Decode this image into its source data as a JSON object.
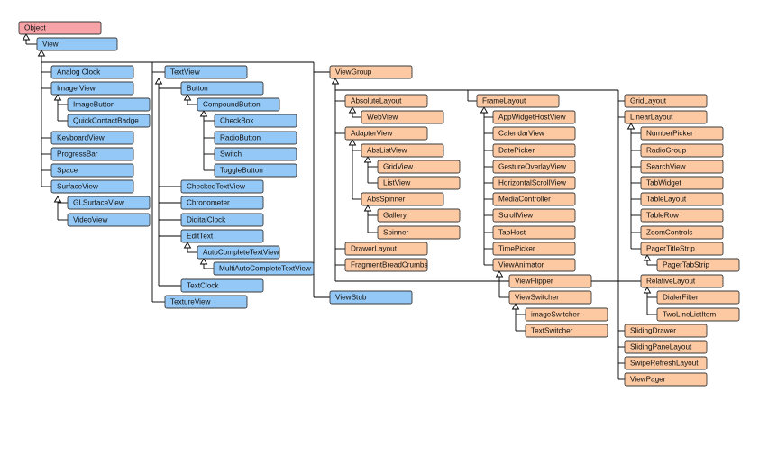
{
  "colors": {
    "root": "#f7a3a7",
    "view": "#94c9f7",
    "viewgroup": "#fcc9a2",
    "stroke": "#3a3a3a"
  },
  "nodes": [
    {
      "id": "object",
      "label": "Object",
      "group": "root"
    },
    {
      "id": "view",
      "label": "View",
      "group": "view",
      "parent": "object"
    },
    {
      "id": "analogclock",
      "label": "Analog Clock",
      "group": "view",
      "parent": "view"
    },
    {
      "id": "imageview",
      "label": "Image View",
      "group": "view",
      "parent": "view"
    },
    {
      "id": "imagebutton",
      "label": "ImageButton",
      "group": "view",
      "parent": "imageview"
    },
    {
      "id": "quickcontactbadge",
      "label": "QuickContactBadge",
      "group": "view",
      "parent": "imageview"
    },
    {
      "id": "keyboardview",
      "label": "KeyboardView",
      "group": "view",
      "parent": "view"
    },
    {
      "id": "progressbar",
      "label": "ProgressBar",
      "group": "view",
      "parent": "view"
    },
    {
      "id": "space",
      "label": "Space",
      "group": "view",
      "parent": "view"
    },
    {
      "id": "surfaceview",
      "label": "SurfaceView",
      "group": "view",
      "parent": "view"
    },
    {
      "id": "glsurfaceview",
      "label": "GLSurfaceView",
      "group": "view",
      "parent": "surfaceview"
    },
    {
      "id": "videoview",
      "label": "VideoView",
      "group": "view",
      "parent": "surfaceview"
    },
    {
      "id": "textview",
      "label": "TextView",
      "group": "view",
      "parent": "view"
    },
    {
      "id": "button",
      "label": "Button",
      "group": "view",
      "parent": "textview"
    },
    {
      "id": "compoundbutton",
      "label": "CompoundButton",
      "group": "view",
      "parent": "button"
    },
    {
      "id": "checkbox",
      "label": "CheckBox",
      "group": "view",
      "parent": "compoundbutton"
    },
    {
      "id": "radiobutton",
      "label": "RadioButton",
      "group": "view",
      "parent": "compoundbutton"
    },
    {
      "id": "switch",
      "label": "Switch",
      "group": "view",
      "parent": "compoundbutton"
    },
    {
      "id": "togglebutton",
      "label": "ToggleButton",
      "group": "view",
      "parent": "compoundbutton"
    },
    {
      "id": "checkedtextview",
      "label": "CheckedTextView",
      "group": "view",
      "parent": "textview"
    },
    {
      "id": "chronometer",
      "label": "Chronometer",
      "group": "view",
      "parent": "textview"
    },
    {
      "id": "digitalclock",
      "label": "DigitalClock",
      "group": "view",
      "parent": "textview"
    },
    {
      "id": "edittext",
      "label": "EditText",
      "group": "view",
      "parent": "textview"
    },
    {
      "id": "autocompletetextview",
      "label": "AutoCompleteTextView",
      "group": "view",
      "parent": "edittext"
    },
    {
      "id": "multiautocompletetextview",
      "label": "MultiAutoCompleteTextView",
      "group": "view",
      "parent": "autocompletetextview"
    },
    {
      "id": "textclock",
      "label": "TextClock",
      "group": "view",
      "parent": "textview"
    },
    {
      "id": "textureview",
      "label": "TextureView",
      "group": "view",
      "parent": "view"
    },
    {
      "id": "viewgroup",
      "label": "ViewGroup",
      "group": "viewgroup",
      "parent": "view"
    },
    {
      "id": "viewstub",
      "label": "ViewStub",
      "group": "view",
      "parent": "view"
    },
    {
      "id": "absolutelayout",
      "label": "AbsoluteLayout",
      "group": "viewgroup",
      "parent": "viewgroup"
    },
    {
      "id": "webview",
      "label": "WebView",
      "group": "viewgroup",
      "parent": "absolutelayout"
    },
    {
      "id": "adapterview",
      "label": "AdapterView",
      "group": "viewgroup",
      "parent": "viewgroup"
    },
    {
      "id": "abslistview",
      "label": "AbsListView",
      "group": "viewgroup",
      "parent": "adapterview"
    },
    {
      "id": "gridview",
      "label": "GridView",
      "group": "viewgroup",
      "parent": "abslistview"
    },
    {
      "id": "listview",
      "label": "ListView",
      "group": "viewgroup",
      "parent": "abslistview"
    },
    {
      "id": "absspinner",
      "label": "AbsSpinner",
      "group": "viewgroup",
      "parent": "adapterview"
    },
    {
      "id": "gallery",
      "label": "Gallery",
      "group": "viewgroup",
      "parent": "absspinner"
    },
    {
      "id": "spinner",
      "label": "Spinner",
      "group": "viewgroup",
      "parent": "absspinner"
    },
    {
      "id": "drawerlayout",
      "label": "DrawerLayout",
      "group": "viewgroup",
      "parent": "viewgroup"
    },
    {
      "id": "fragmentbreadcrumbs",
      "label": "FragmentBreadCrumbs",
      "group": "viewgroup",
      "parent": "viewgroup"
    },
    {
      "id": "framelayout",
      "label": "FrameLayout",
      "group": "viewgroup",
      "parent": "viewgroup"
    },
    {
      "id": "appwidgethostview",
      "label": "AppWidgetHostView",
      "group": "viewgroup",
      "parent": "framelayout"
    },
    {
      "id": "calendarview",
      "label": "CalendarView",
      "group": "viewgroup",
      "parent": "framelayout"
    },
    {
      "id": "datepicker",
      "label": "DatePicker",
      "group": "viewgroup",
      "parent": "framelayout"
    },
    {
      "id": "gestureoverlayview",
      "label": "GestureOverlayView",
      "group": "viewgroup",
      "parent": "framelayout"
    },
    {
      "id": "horizontalscrollview",
      "label": "HorizontalScrollView",
      "group": "viewgroup",
      "parent": "framelayout"
    },
    {
      "id": "mediacontroller",
      "label": "MediaController",
      "group": "viewgroup",
      "parent": "framelayout"
    },
    {
      "id": "scrollview",
      "label": "ScrollView",
      "group": "viewgroup",
      "parent": "framelayout"
    },
    {
      "id": "tabhost",
      "label": "TabHost",
      "group": "viewgroup",
      "parent": "framelayout"
    },
    {
      "id": "timepicker",
      "label": "TimePicker",
      "group": "viewgroup",
      "parent": "framelayout"
    },
    {
      "id": "viewanimator",
      "label": "ViewAnimator",
      "group": "viewgroup",
      "parent": "framelayout"
    },
    {
      "id": "viewflipper",
      "label": "ViewFlipper",
      "group": "viewgroup",
      "parent": "viewanimator"
    },
    {
      "id": "viewswitcher",
      "label": "ViewSwitcher",
      "group": "viewgroup",
      "parent": "viewanimator"
    },
    {
      "id": "imageswitcher",
      "label": "imageSwitcher",
      "group": "viewgroup",
      "parent": "viewswitcher"
    },
    {
      "id": "textswitcher",
      "label": "TextSwitcher",
      "group": "viewgroup",
      "parent": "viewswitcher"
    },
    {
      "id": "gridlayout",
      "label": "GridLayout",
      "group": "viewgroup",
      "parent": "viewgroup"
    },
    {
      "id": "linearlayout",
      "label": "LinearLayout",
      "group": "viewgroup",
      "parent": "viewgroup"
    },
    {
      "id": "numberpicker",
      "label": "NumberPicker",
      "group": "viewgroup",
      "parent": "linearlayout"
    },
    {
      "id": "radiogroup",
      "label": "RadioGroup",
      "group": "viewgroup",
      "parent": "linearlayout"
    },
    {
      "id": "searchview",
      "label": "SearchView",
      "group": "viewgroup",
      "parent": "linearlayout"
    },
    {
      "id": "tabwidget",
      "label": "TabWidget",
      "group": "viewgroup",
      "parent": "linearlayout"
    },
    {
      "id": "tablelayout",
      "label": "TableLayout",
      "group": "viewgroup",
      "parent": "linearlayout"
    },
    {
      "id": "tablerow",
      "label": "TableRow",
      "group": "viewgroup",
      "parent": "linearlayout"
    },
    {
      "id": "zoomcontrols",
      "label": "ZoomControls",
      "group": "viewgroup",
      "parent": "linearlayout"
    },
    {
      "id": "pagertitlestrip",
      "label": "PagerTitleStrip",
      "group": "viewgroup",
      "parent": "linearlayout"
    },
    {
      "id": "pagertabstrip",
      "label": "PagerTabStrip",
      "group": "viewgroup",
      "parent": "pagertitlestrip"
    },
    {
      "id": "relativelayout",
      "label": "RelativeLayout",
      "group": "viewgroup",
      "parent": "viewgroup"
    },
    {
      "id": "dialerfilter",
      "label": "DialerFilter",
      "group": "viewgroup",
      "parent": "relativelayout"
    },
    {
      "id": "twolinelistitem",
      "label": "TwoLineListItem",
      "group": "viewgroup",
      "parent": "relativelayout"
    },
    {
      "id": "slidingdrawer",
      "label": "SlidingDrawer",
      "group": "viewgroup",
      "parent": "viewgroup"
    },
    {
      "id": "slidingpanelayout",
      "label": "SlidingPaneLayout",
      "group": "viewgroup",
      "parent": "viewgroup"
    },
    {
      "id": "swiperefreshlayout",
      "label": "SwipeRefreshLayout",
      "group": "viewgroup",
      "parent": "viewgroup"
    },
    {
      "id": "viewpager",
      "label": "ViewPager",
      "group": "viewgroup",
      "parent": "viewgroup"
    }
  ]
}
